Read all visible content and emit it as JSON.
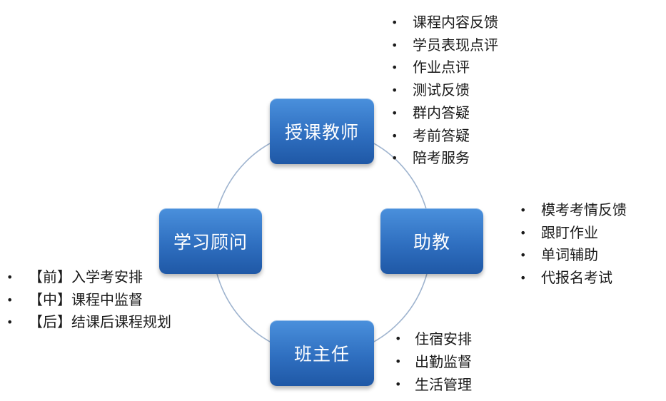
{
  "nodes": {
    "teacher": "授课教师",
    "assistant": "助教",
    "advisor": "学习顾问",
    "head_teacher": "班主任"
  },
  "lists": {
    "teacher": [
      "课程内容反馈",
      "学员表现点评",
      "作业点评",
      "测试反馈",
      "群内答疑",
      "考前答疑",
      "陪考服务"
    ],
    "assistant": [
      "模考考情反馈",
      "跟盯作业",
      "单词辅助",
      "代报名考试"
    ],
    "advisor": [
      "【前】入学考安排",
      "【中】课程中监督",
      "【后】结课后课程规划"
    ],
    "head_teacher": [
      "住宿安排",
      "出勤监督",
      "生活管理"
    ]
  },
  "colors": {
    "node_fill": "#2f6fc0",
    "ring": "#9fb4cf",
    "text": "#1a1a1a"
  }
}
